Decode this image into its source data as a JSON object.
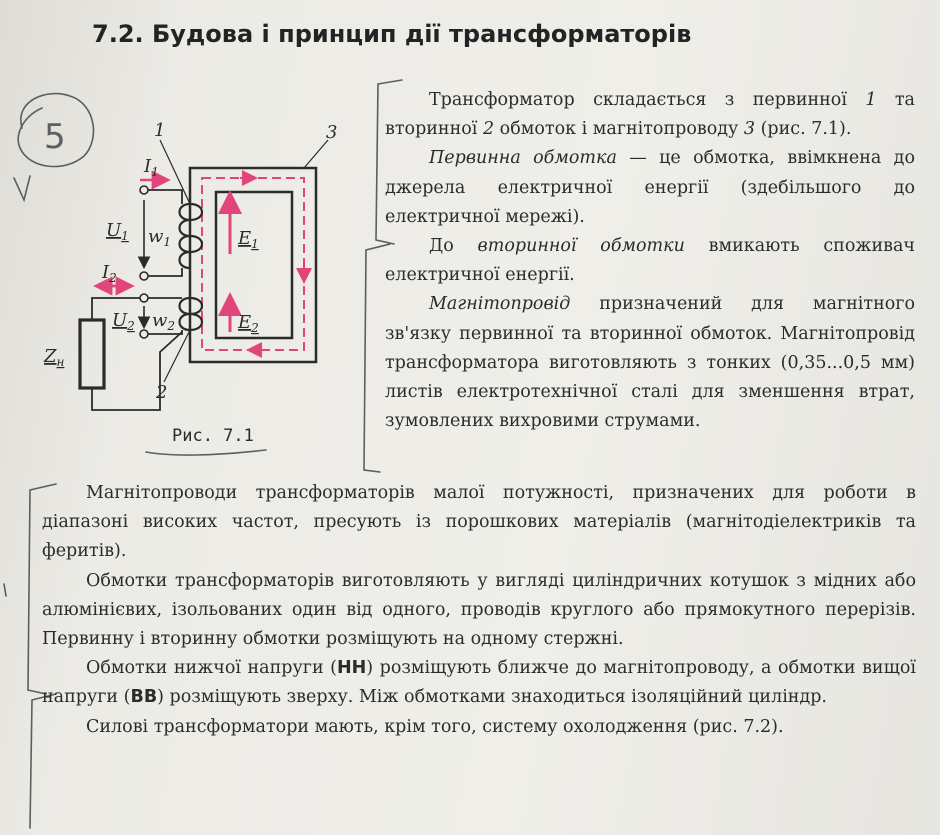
{
  "heading": "7.2. Будова і принцип дії трансформаторів",
  "handwriting": {
    "circled_number": "5"
  },
  "figure": {
    "caption": "Рис. 7.1",
    "labels": {
      "primary_num": "1",
      "core_num": "3",
      "secondary_num": "2",
      "i1": "I",
      "i1_sub": "1",
      "u1": "U",
      "u1_sub": "1",
      "w1": "w",
      "w1_sub": "1",
      "i2": "I",
      "i2_sub": "2",
      "u2": "U",
      "u2_sub": "2",
      "w2": "w",
      "w2_sub": "2",
      "e1": "E",
      "e1_sub": "1",
      "e2": "E",
      "e2_sub": "2",
      "zn": "Z",
      "zn_sub": "н"
    }
  },
  "right_column": {
    "p1_a": "Трансформатор складається з первинної ",
    "p1_n1": "1",
    "p1_b": " та вторинної ",
    "p1_n2": "2",
    "p1_c": " обмоток і магнітопроводу ",
    "p1_n3": "3",
    "p1_d": " (рис. 7.1).",
    "p2_term": "Первинна обмотка",
    "p2_rest": " — це обмотка, ввімкнена до джерела електричної енергії (здебільшого до електричної мережі).",
    "p3_a": "До ",
    "p3_term": "вторинної обмотки",
    "p3_rest": " вмикають споживач електричної енергії.",
    "p4_term": "Магнітопровід",
    "p4_rest": " призначений для магнітного зв'язку первинної та вторинної обмоток. Магнітопровід трансформатора виготовляють з тонких (0,35...0,5 мм) листів електротехнічної сталі для зменшення втрат, зумовлених вихровими струмами."
  },
  "full_width": {
    "p5": "Магнітопроводи трансформаторів малої потужності, призначених для роботи в діапазоні високих частот, пресують із порошкових матеріалів (магнітодіелектриків та феритів).",
    "p6": "Обмотки трансформаторів виготовляють у вигляді циліндричних котушок з мідних або алюмінієвих, ізольованих один від одного, проводів круглого або прямокутного перерізів. Первинну і вторинну обмотки розміщують на одному стержні.",
    "p7_a": "Обмотки нижчої напруги (",
    "p7_nn": "НН",
    "p7_b": ") розміщують ближче до магнітопроводу, а обмотки вищої напруги (",
    "p7_vv": "ВВ",
    "p7_c": ") розміщують зверху. Між обмотками знаходиться ізоляційний циліндр.",
    "p8": "Силові трансформатори мають, крім того, систему охолодження (рис. 7.2)."
  },
  "colors": {
    "ink": "#2b2b2d",
    "accent_pink": "#e0467c",
    "pencil": "#5d5d62"
  }
}
